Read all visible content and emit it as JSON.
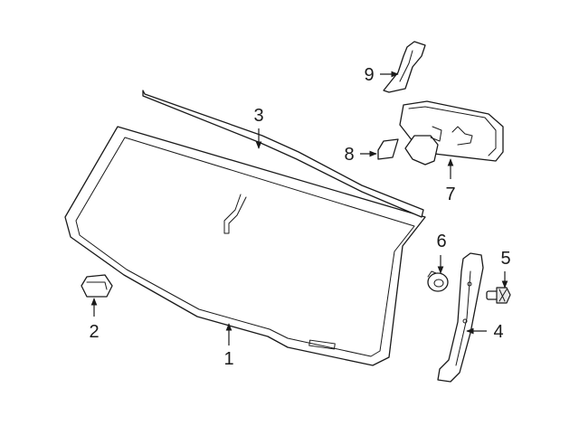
{
  "callouts": {
    "c1": "1",
    "c2": "2",
    "c3": "3",
    "c4": "4",
    "c5": "5",
    "c6": "6",
    "c7": "7",
    "c8": "8",
    "c9": "9"
  },
  "colors": {
    "line": "#1a1a1a",
    "fill": "#ffffff",
    "shade": "#e9e9e9"
  }
}
